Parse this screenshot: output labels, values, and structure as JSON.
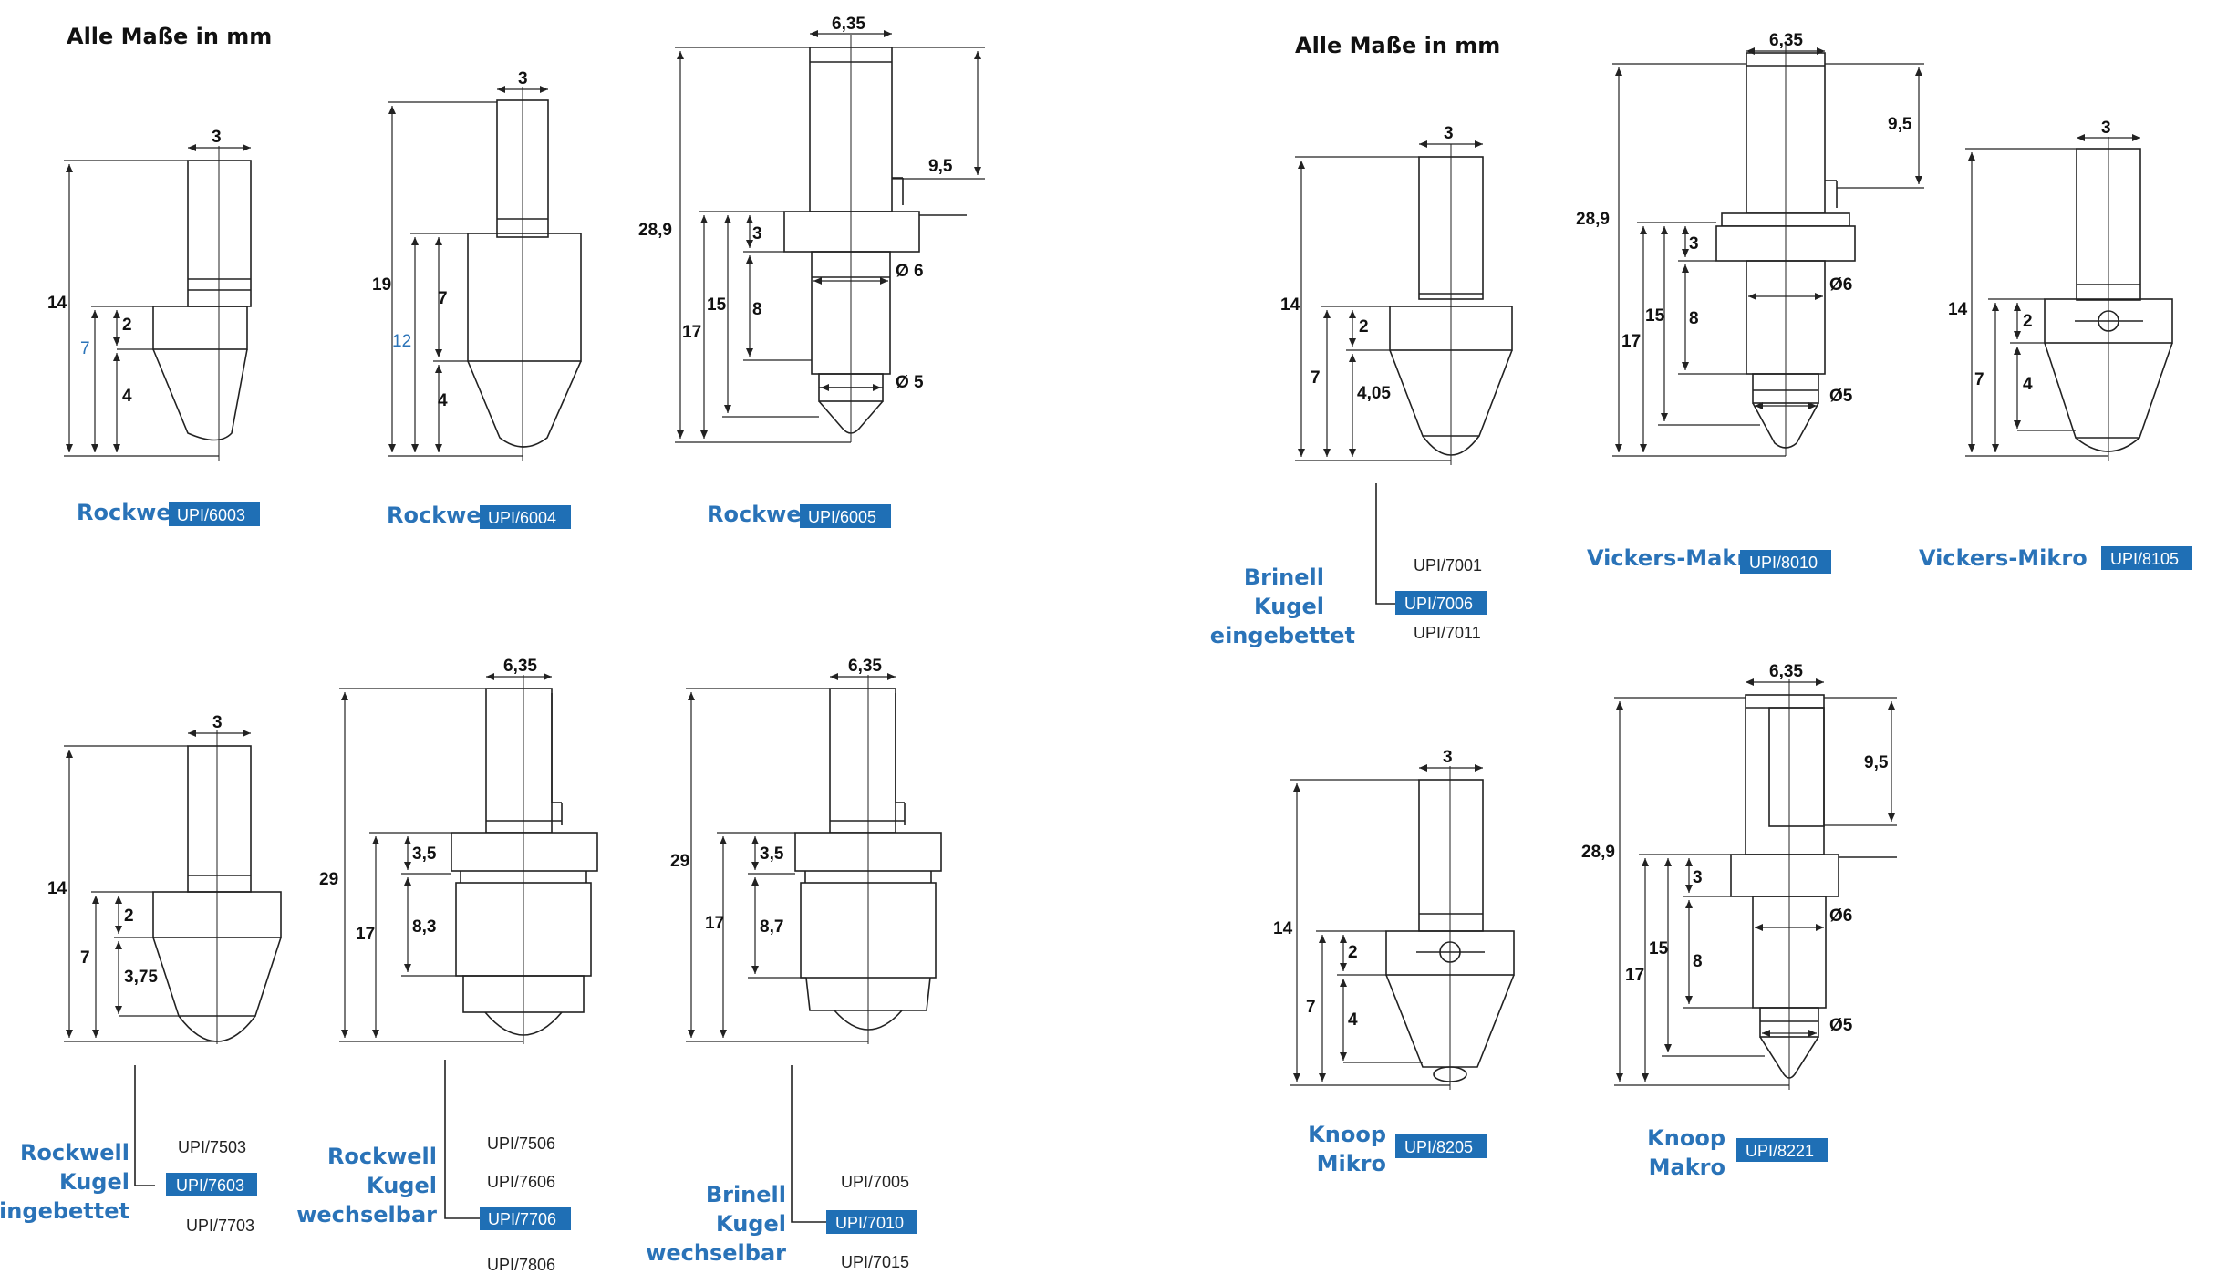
{
  "headers": {
    "left": "Alle Maße in mm",
    "right": "Alle Maße in mm"
  },
  "colors": {
    "caption": "#2a73b8",
    "badge": "#1f6fb5",
    "line": "#222222"
  },
  "products": {
    "p6003": {
      "name": "Rockwell",
      "code": "UPI/6003"
    },
    "p6004": {
      "name": "Rockwell",
      "code": "UPI/6004"
    },
    "p6005": {
      "name": "Rockwell",
      "code": "UPI/6005"
    },
    "p7006": {
      "name_lines": [
        "Brinell",
        "Kugel",
        "eingebettet"
      ],
      "codes": [
        "UPI/7001",
        "UPI/7006",
        "UPI/7011"
      ],
      "selected": "UPI/7006"
    },
    "p8010": {
      "name": "Vickers-Makro",
      "code": "UPI/8010"
    },
    "p8105": {
      "name": "Vickers-Mikro",
      "code": "UPI/8105"
    },
    "p7603": {
      "name_lines": [
        "Rockwell",
        "Kugel",
        "eingebettet"
      ],
      "codes": [
        "UPI/7503",
        "UPI/7603",
        "UPI/7703"
      ],
      "selected": "UPI/7603"
    },
    "p7706": {
      "name_lines": [
        "Rockwell",
        "Kugel",
        "wechselbar"
      ],
      "codes": [
        "UPI/7506",
        "UPI/7606",
        "UPI/7706",
        "UPI/7806"
      ],
      "selected": "UPI/7706"
    },
    "p7010": {
      "name_lines": [
        "Brinell",
        "Kugel",
        "wechselbar"
      ],
      "codes": [
        "UPI/7005",
        "UPI/7010",
        "UPI/7015"
      ],
      "selected": "UPI/7010"
    },
    "p8205": {
      "name_lines": [
        "Knoop",
        "Mikro"
      ],
      "code": "UPI/8205"
    },
    "p8221": {
      "name_lines": [
        "Knoop",
        "Makro"
      ],
      "code": "UPI/8221"
    }
  },
  "dimensions": {
    "d6003": {
      "w": "3",
      "h": "14",
      "a": "2",
      "b": "7",
      "c": "4"
    },
    "d6004": {
      "w": "3",
      "h": "19",
      "a": "7",
      "b": "12",
      "c": "4"
    },
    "d6005": {
      "w": "6,35",
      "h": "28,9",
      "top": "9,5",
      "a": "3",
      "b": "15",
      "c": "8",
      "d": "17",
      "dia1": "Ø 6",
      "dia2": "Ø 5"
    },
    "d7006": {
      "w": "3",
      "h": "14",
      "a": "2",
      "b": "7",
      "c": "4,05"
    },
    "d8010": {
      "w": "6,35",
      "h": "28,9",
      "top": "9,5",
      "a": "3",
      "b": "15",
      "c": "8",
      "d": "17",
      "dia1": "Ø6",
      "dia2": "Ø5"
    },
    "d8105": {
      "w": "3",
      "h": "14",
      "a": "2",
      "b": "7",
      "c": "4"
    },
    "d7603": {
      "w": "3",
      "h": "14",
      "a": "2",
      "b": "7",
      "c": "3,75"
    },
    "d7706": {
      "w": "6,35",
      "h": "29",
      "a": "3,5",
      "b": "17",
      "c": "8,3"
    },
    "d7010": {
      "w": "6,35",
      "h": "29",
      "a": "3,5",
      "b": "17",
      "c": "8,7"
    },
    "d8205": {
      "w": "3",
      "h": "14",
      "a": "2",
      "b": "7",
      "c": "4"
    },
    "d8221": {
      "w": "6,35",
      "h": "28,9",
      "top": "9,5",
      "a": "3",
      "b": "15",
      "c": "8",
      "d": "17",
      "dia1": "Ø6",
      "dia2": "Ø5"
    }
  }
}
